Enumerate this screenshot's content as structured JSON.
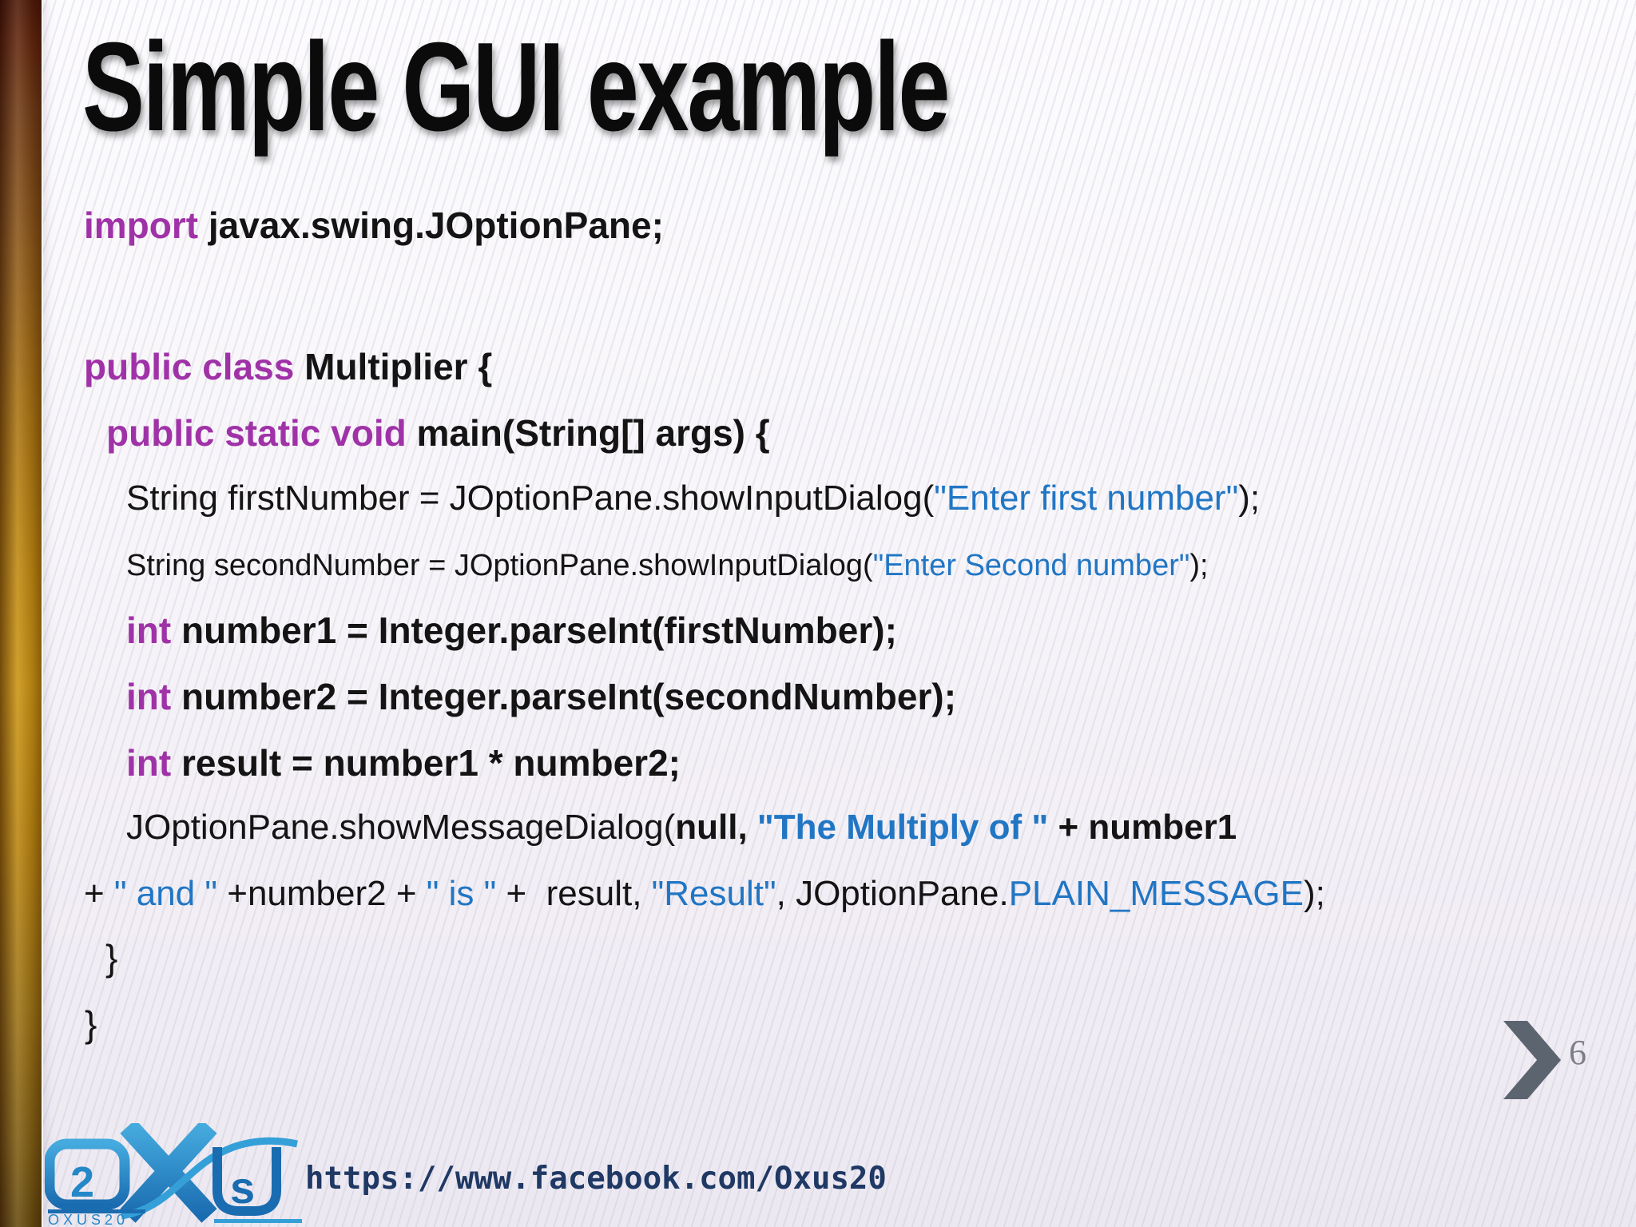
{
  "slide": {
    "title": "Simple GUI example",
    "page_number": "6",
    "footer_url": "https://www.facebook.com/Oxus20"
  },
  "logo": {
    "caption": "OXUS20",
    "o_glyph": "2",
    "s_glyph": "s"
  },
  "colors": {
    "keyword": "#A032A8",
    "string": "#2176C4",
    "code": "#141414",
    "title": "#0B0B0B",
    "url": "#1F3864",
    "chevron": "#5C6470",
    "pagenum": "#7E7E86"
  },
  "code": {
    "lines": [
      {
        "seg": [
          {
            "t": "import "
          },
          {
            "t": "javax.swing.JOptionPane;"
          }
        ]
      },
      {
        "seg": [
          {
            "t": "public class "
          },
          {
            "t": "Multiplier {"
          }
        ]
      },
      {
        "seg": [
          {
            "t": "public static void "
          },
          {
            "t": "main(String[] args) {"
          }
        ]
      },
      {
        "seg": [
          {
            "t": "String firstNumber = JOptionPane.showInputDialog("
          },
          {
            "t": "\"Enter first number\""
          },
          {
            "t": ");"
          }
        ]
      },
      {
        "seg": [
          {
            "t": "String secondNumber = JOptionPane.showInputDialog("
          },
          {
            "t": "\"Enter Second number\""
          },
          {
            "t": ");"
          }
        ]
      },
      {
        "seg": [
          {
            "t": "int "
          },
          {
            "t": "number1 = Integer.parseInt(firstNumber);"
          }
        ]
      },
      {
        "seg": [
          {
            "t": "int "
          },
          {
            "t": "number2 = Integer.parseInt(secondNumber);"
          }
        ]
      },
      {
        "seg": [
          {
            "t": "int "
          },
          {
            "t": "result = number1 * number2;"
          }
        ]
      },
      {
        "seg": [
          {
            "t": "JOptionPane.showMessageDialog("
          },
          {
            "t": "null, "
          },
          {
            "t": "\"The Multiply of \" "
          },
          {
            "t": "+ number1"
          }
        ]
      },
      {
        "seg": [
          {
            "t": "+ "
          },
          {
            "t": "\" and \""
          },
          {
            "t": " +number2 + "
          },
          {
            "t": "\" is \""
          },
          {
            "t": " +  result, "
          },
          {
            "t": "\"Result\""
          },
          {
            "t": ", JOptionPane."
          },
          {
            "t": "PLAIN_MESSAGE"
          },
          {
            "t": ");"
          }
        ]
      },
      {
        "seg": [
          {
            "t": "}"
          }
        ]
      },
      {
        "seg": [
          {
            "t": "}"
          }
        ]
      }
    ]
  }
}
